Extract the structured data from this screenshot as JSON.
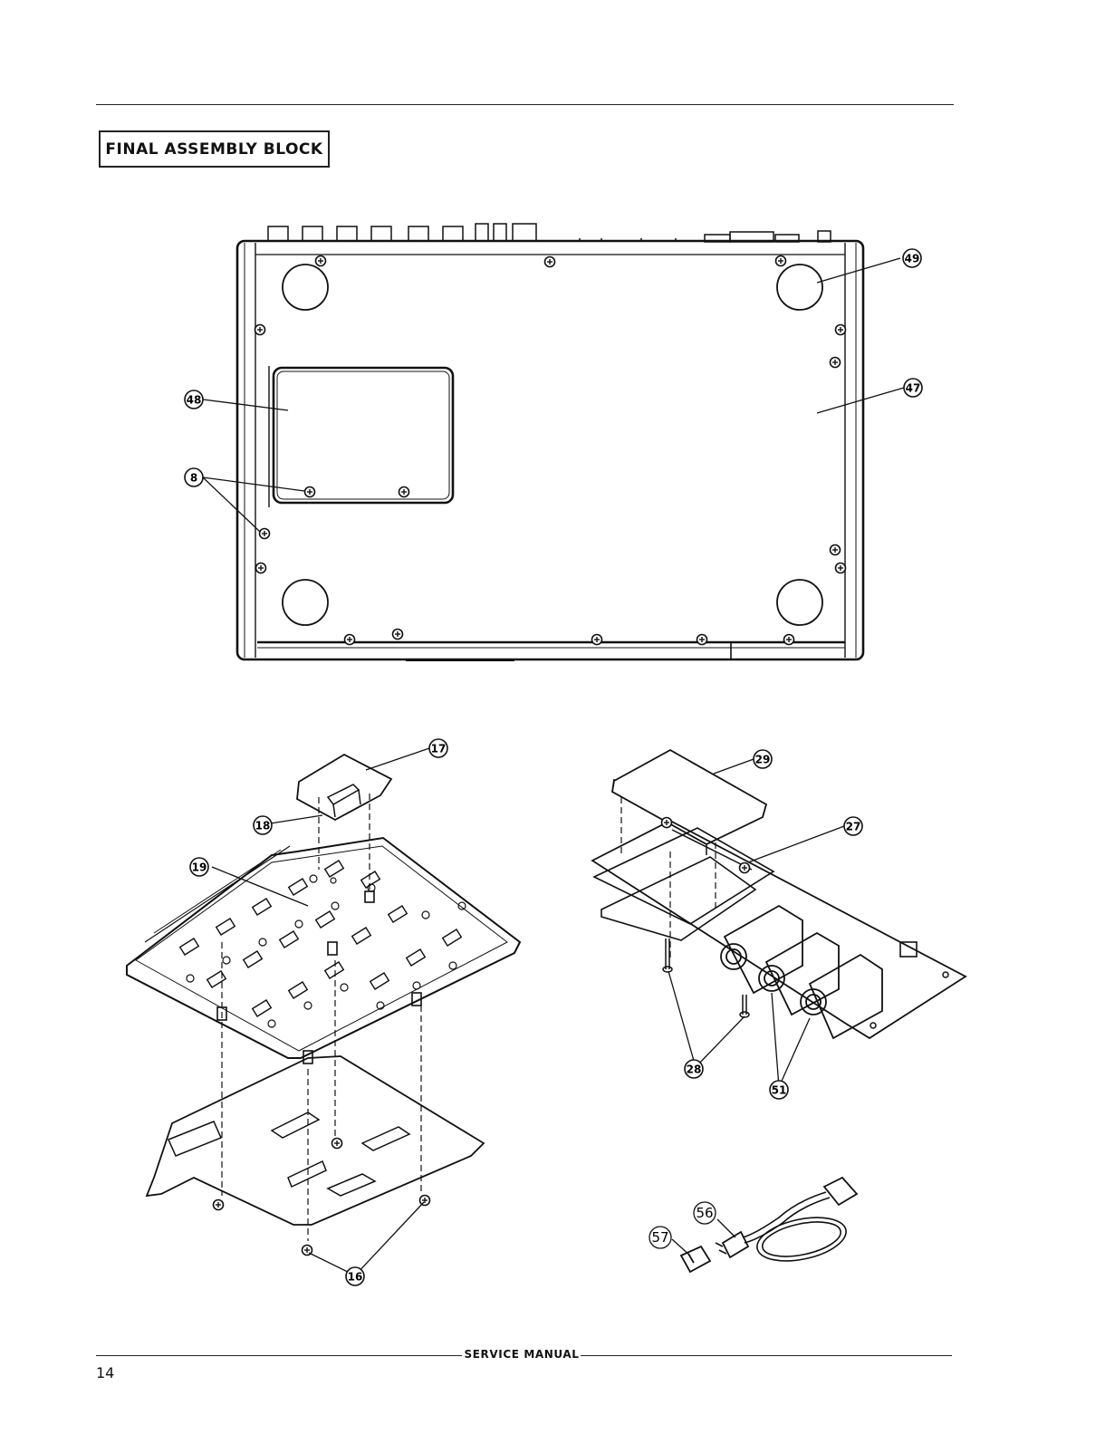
{
  "header": {
    "title": "FINAL ASSEMBLY BLOCK"
  },
  "callouts": {
    "c49": "49",
    "c48": "48",
    "c47": "47",
    "c8": "8",
    "c17": "17",
    "c18": "18",
    "c19": "19",
    "c16": "16",
    "c29": "29",
    "c27": "27",
    "c28": "28",
    "c51": "51",
    "c56": "56",
    "c57": "57"
  },
  "footer": {
    "label": "SERVICE MANUAL",
    "page_number": "14"
  }
}
